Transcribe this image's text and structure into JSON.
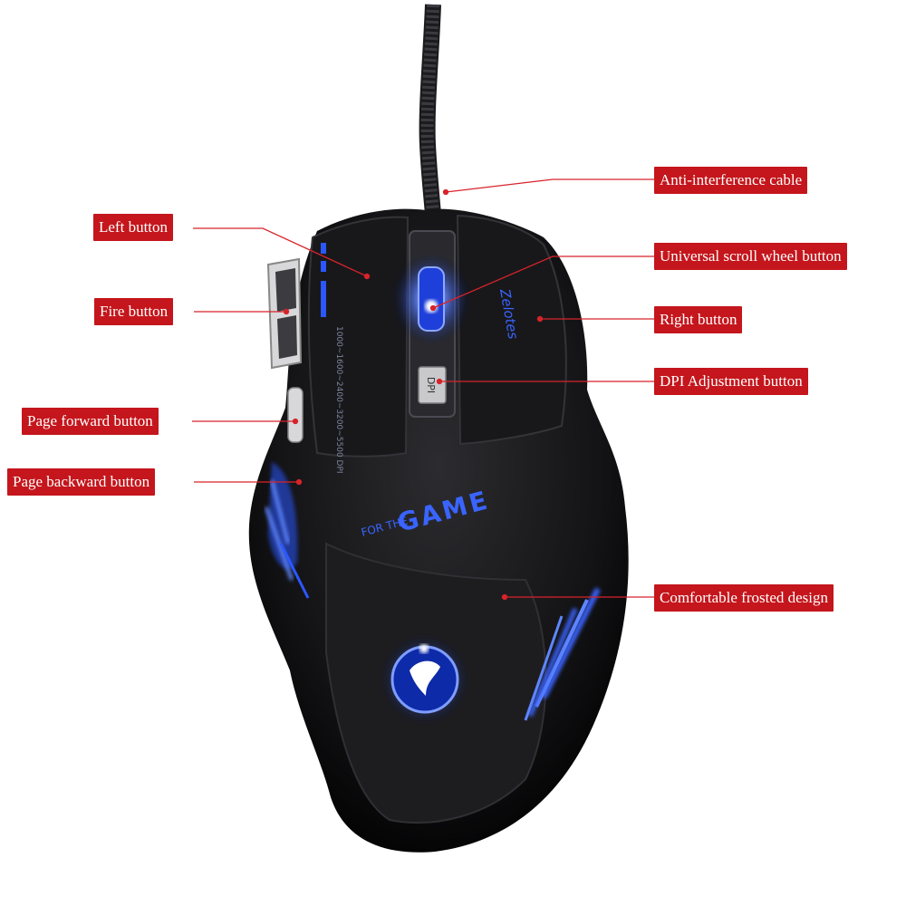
{
  "colors": {
    "callout_bg": "#c4161c",
    "leader_line": "#d8232a",
    "mouse_body": "#141416",
    "led_glow": "#2b57ff"
  },
  "callouts": {
    "anti_interference_cable": "Anti-interference cable",
    "left_button": "Left button",
    "universal_scroll_wheel_button": "Universal scroll wheel button",
    "fire_button": "Fire button",
    "right_button": "Right button",
    "dpi_adjustment_button": "DPI Adjustment button",
    "page_forward_button": "Page forward button",
    "page_backward_button": "Page backward button",
    "comfortable_frosted_design": "Comfortable frosted design"
  },
  "mouse_print": {
    "brand": "Zelotes",
    "dpi_scale": "1000~1600~2400~3200~5500 DPI",
    "tagline_small": "FOR THE",
    "tagline_big": "GAME",
    "dpi_button_label": "DPI"
  },
  "icons": {
    "logo": "scorpion-logo-icon",
    "scroll_wheel": "scroll-wheel-icon"
  }
}
